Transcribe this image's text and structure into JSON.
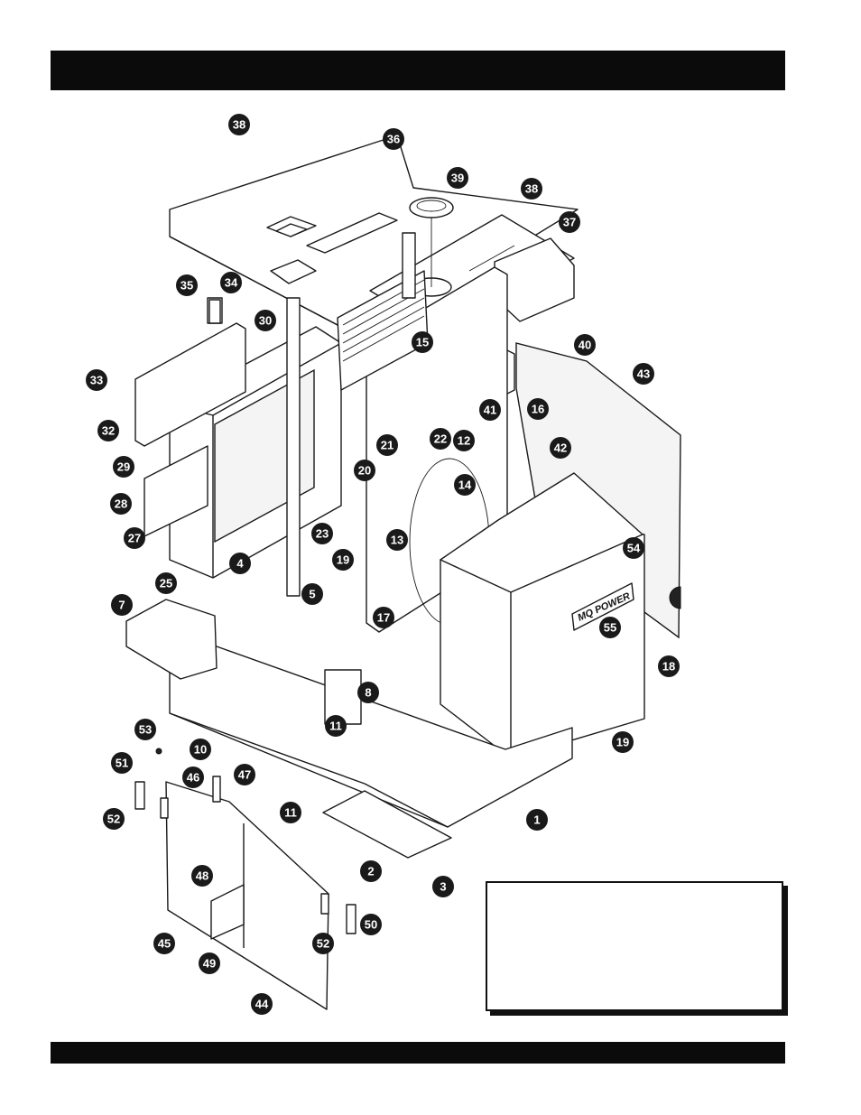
{
  "header_bar": {
    "color": "#0b0b0b"
  },
  "footer_bar": {
    "color": "#0b0b0b"
  },
  "diagram": {
    "nameplate_text": "MQ POWER",
    "callouts": [
      {
        "label": "38"
      },
      {
        "label": "36"
      },
      {
        "label": "39"
      },
      {
        "label": "38"
      },
      {
        "label": "37"
      },
      {
        "label": "35"
      },
      {
        "label": "34"
      },
      {
        "label": "30"
      },
      {
        "label": "15"
      },
      {
        "label": "40"
      },
      {
        "label": "43"
      },
      {
        "label": "33"
      },
      {
        "label": "32"
      },
      {
        "label": "41"
      },
      {
        "label": "16"
      },
      {
        "label": "42"
      },
      {
        "label": "21"
      },
      {
        "label": "22"
      },
      {
        "label": "12"
      },
      {
        "label": "29"
      },
      {
        "label": "20"
      },
      {
        "label": "14"
      },
      {
        "label": "28"
      },
      {
        "label": "27"
      },
      {
        "label": "23"
      },
      {
        "label": "13"
      },
      {
        "label": "19"
      },
      {
        "label": "54"
      },
      {
        "label": "4"
      },
      {
        "label": "25"
      },
      {
        "label": "7"
      },
      {
        "label": "5"
      },
      {
        "label": "17"
      },
      {
        "label": "55"
      },
      {
        "label": "18"
      },
      {
        "label": "8"
      },
      {
        "label": "11"
      },
      {
        "label": "53"
      },
      {
        "label": "10"
      },
      {
        "label": "19"
      },
      {
        "label": "51"
      },
      {
        "label": "46"
      },
      {
        "label": "47"
      },
      {
        "label": "52"
      },
      {
        "label": "11"
      },
      {
        "label": "1"
      },
      {
        "label": "2"
      },
      {
        "label": "3"
      },
      {
        "label": "48"
      },
      {
        "label": "50"
      },
      {
        "label": "52"
      },
      {
        "label": "45"
      },
      {
        "label": "49"
      },
      {
        "label": "44"
      }
    ]
  }
}
